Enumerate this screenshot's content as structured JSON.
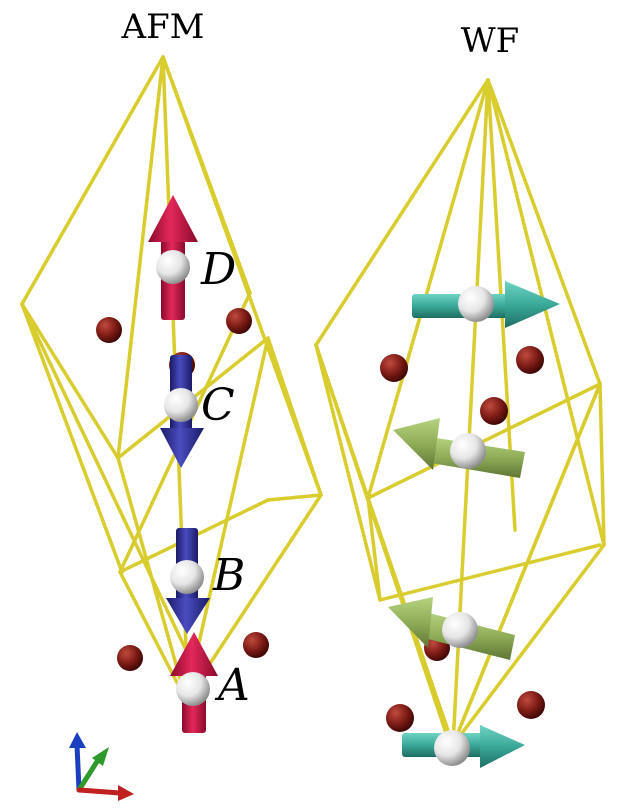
{
  "panels": {
    "afm": {
      "title": "AFM",
      "sites": [
        "A",
        "B",
        "C",
        "D"
      ]
    },
    "wf": {
      "title": "WF"
    }
  },
  "colors": {
    "frame": "#d8cc2e",
    "up_arrow": "#c8103f",
    "down_arrow": "#2e2f9a",
    "teal_arrow": "#3aa999",
    "green_arrow": "#8fad58",
    "metal_atom": "#eeeeee",
    "oxygen_atom": "#7a1a14"
  },
  "axes_icon": {
    "x": "#c0201f",
    "y": "#2e9a2c",
    "z": "#1a3fbf"
  }
}
